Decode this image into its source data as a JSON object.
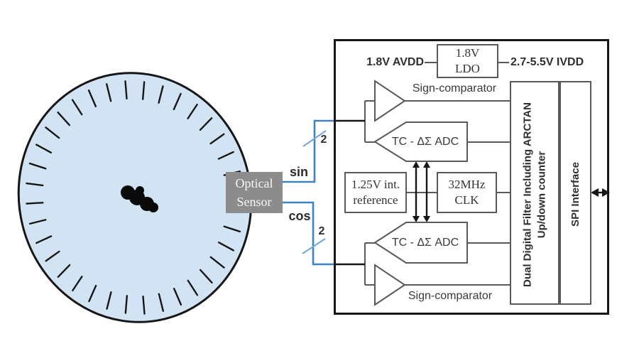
{
  "diagram": {
    "disk": {
      "tick_count": 36
    },
    "sensor": {
      "line1": "Optical",
      "line2": "Sensor"
    },
    "signals": {
      "sin": "sin",
      "cos": "cos",
      "sin_bus_width": "2",
      "cos_bus_width": "2"
    },
    "power": {
      "avdd": "1.8V AVDD",
      "ivdd": "2.7-5.5V IVDD",
      "ldo_line1": "1.8V",
      "ldo_line2": "LDO"
    },
    "blocks": {
      "sign_comparator_top": "Sign-comparator",
      "sign_comparator_bottom": "Sign-comparator",
      "adc_top": "TC - ΔΣ ADC",
      "adc_bottom": "TC - ΔΣ ADC",
      "reference_line1": "1.25V int.",
      "reference_line2": "reference",
      "clock_line1": "32MHz",
      "clock_line2": "CLK",
      "filter_line1": "Dual Digital Filter Including ARCTAN",
      "filter_line2": "Up/down counter",
      "spi": "SPI Interface"
    },
    "colors": {
      "disk_fill": "#d2e4f4",
      "sensor_fill": "#8c8c8c",
      "signal_blue": "#3e82c4",
      "bus_slash_blue": "#78a8d8",
      "stroke_gray": "#595959",
      "stroke_black": "#161616"
    }
  }
}
